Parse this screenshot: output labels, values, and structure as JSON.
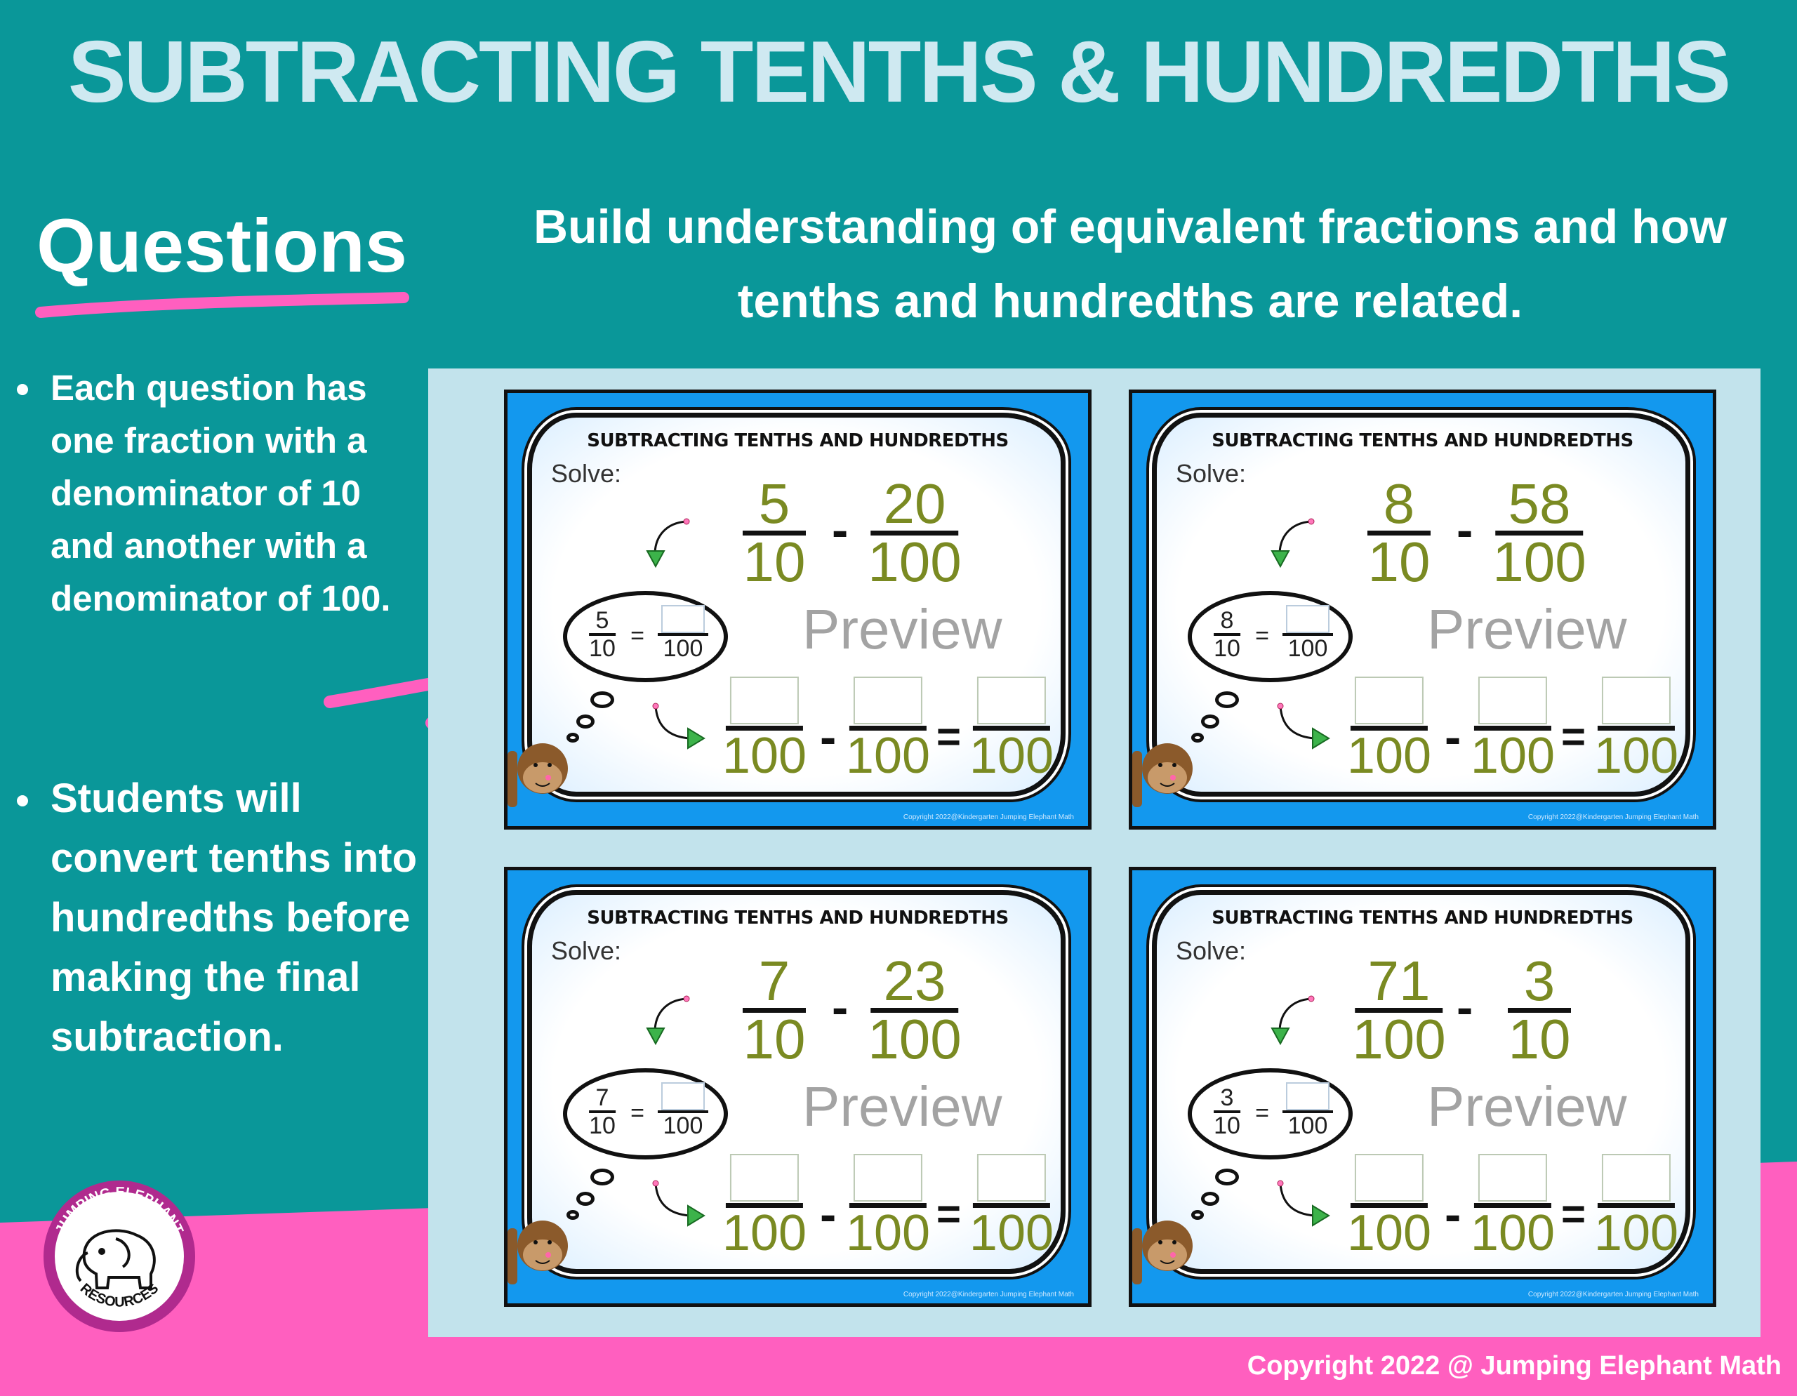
{
  "title": "SUBTRACTING TENTHS & HUNDREDTHS",
  "section_heading": "Questions",
  "subtitle": "Build understanding of equivalent fractions and how tenths and hundredths are related.",
  "bullets": [
    "Each question has one fraction with a denominator of 10 and another with a denominator of 100.",
    "Students will convert tenths into hundredths before making the final subtraction."
  ],
  "logo": {
    "top_text": "JUMPING ELEPHANT",
    "bottom_text": "RESOURCES"
  },
  "copyright": "Copyright 2022 @ Jumping Elephant Math",
  "colors": {
    "background": "#0a9799",
    "accent_pink": "#ff5fbf",
    "panel": "#c2e3ec",
    "card_blue": "#1398ee",
    "fraction_olive": "#7a8a22"
  },
  "cards": [
    {
      "title": "SUBTRACTING TENTHS AND HUNDREDTHS",
      "solve": "Solve:",
      "a_num": "5",
      "a_den": "10",
      "minus": "-",
      "b_num": "20",
      "b_den": "100",
      "hint_num": "5",
      "hint_den": "10",
      "eq": "=",
      "hint_target_den": "100",
      "answer_den": "100",
      "watermark": "Preview",
      "card_copyright": "Copyright 2022@Kindergarten Jumping Elephant Math"
    },
    {
      "title": "SUBTRACTING TENTHS AND HUNDREDTHS",
      "solve": "Solve:",
      "a_num": "8",
      "a_den": "10",
      "minus": "-",
      "b_num": "58",
      "b_den": "100",
      "hint_num": "8",
      "hint_den": "10",
      "eq": "=",
      "hint_target_den": "100",
      "answer_den": "100",
      "watermark": "Preview",
      "card_copyright": "Copyright 2022@Kindergarten Jumping Elephant Math"
    },
    {
      "title": "SUBTRACTING TENTHS AND HUNDREDTHS",
      "solve": "Solve:",
      "a_num": "7",
      "a_den": "10",
      "minus": "-",
      "b_num": "23",
      "b_den": "100",
      "hint_num": "7",
      "hint_den": "10",
      "eq": "=",
      "hint_target_den": "100",
      "answer_den": "100",
      "watermark": "Preview",
      "card_copyright": "Copyright 2022@Kindergarten Jumping Elephant Math"
    },
    {
      "title": "SUBTRACTING TENTHS AND HUNDREDTHS",
      "solve": "Solve:",
      "a_num": "71",
      "a_den": "100",
      "minus": "-",
      "b_num": "3",
      "b_den": "10",
      "hint_num": "3",
      "hint_den": "10",
      "eq": "=",
      "hint_target_den": "100",
      "answer_den": "100",
      "watermark": "Preview",
      "card_copyright": "Copyright 2022@Kindergarten Jumping Elephant Math"
    }
  ]
}
